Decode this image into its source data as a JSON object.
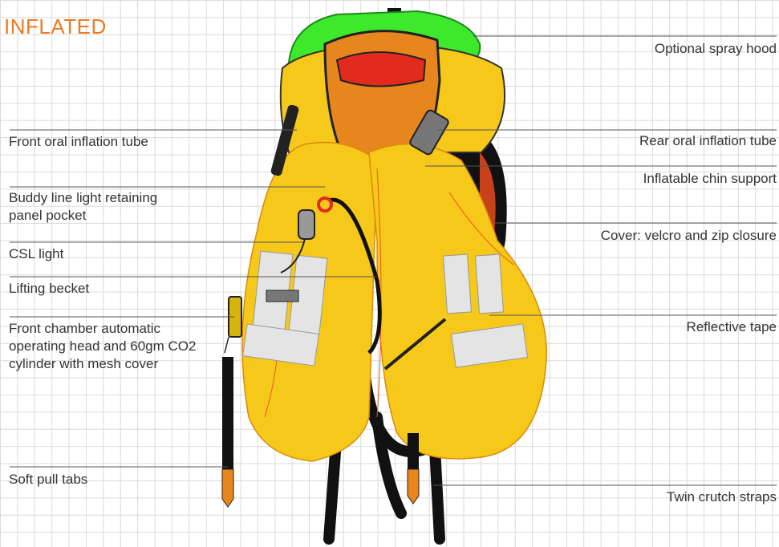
{
  "title": "INFLATED",
  "labels_left": [
    "Front oral inflation tube",
    "Buddy line light retaining panel pocket",
    "CSL light",
    "Lifting becket",
    "Front chamber automatic operating head and 60gm CO2 cylinder with mesh cover",
    "Soft pull tabs"
  ],
  "labels_right": [
    "Optional spray hood",
    "Rear oral inflation tube",
    "Inflatable chin support",
    "Cover: velcro and zip closure",
    "Reflective tape",
    "Twin crutch straps"
  ],
  "colors": {
    "title": "#f07a22",
    "vest_yellow": "#f6c81a",
    "collar_orange": "#e8861e",
    "hood_green": "#3ee82b",
    "strap": "#111111",
    "reflective": "#e4e4e4",
    "line": "#555555"
  }
}
